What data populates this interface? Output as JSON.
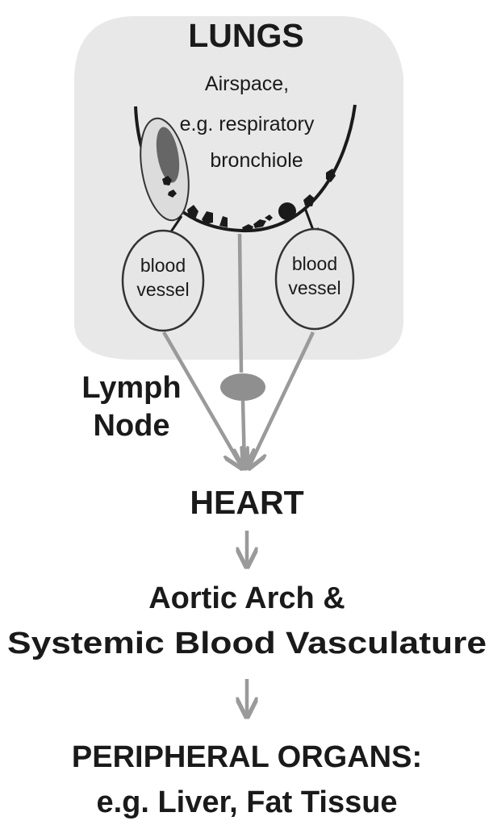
{
  "lungs": {
    "title": "LUNGS",
    "airspace_lines": [
      "Airspace,",
      "e.g. respiratory",
      "bronchiole"
    ]
  },
  "vessels": {
    "left_lines": [
      "blood",
      "vessel"
    ],
    "right_lines": [
      "blood",
      "vessel"
    ]
  },
  "lymph_node_lines": [
    "Lymph",
    "Node"
  ],
  "heart": "HEART",
  "aorta_lines": [
    "Aortic Arch &",
    "Systemic Blood Vasculature"
  ],
  "peripheral_lines": [
    "PERIPHERAL  ORGANS:",
    "e.g. Liver, Fat Tissue"
  ],
  "colors": {
    "lung_region": "#e8e8e8",
    "arrow_gray": "#9a9a9a",
    "node_gray": "#8f8f8f",
    "ink": "#1a1a1a",
    "vessel_fill": "#e6e6e6"
  }
}
